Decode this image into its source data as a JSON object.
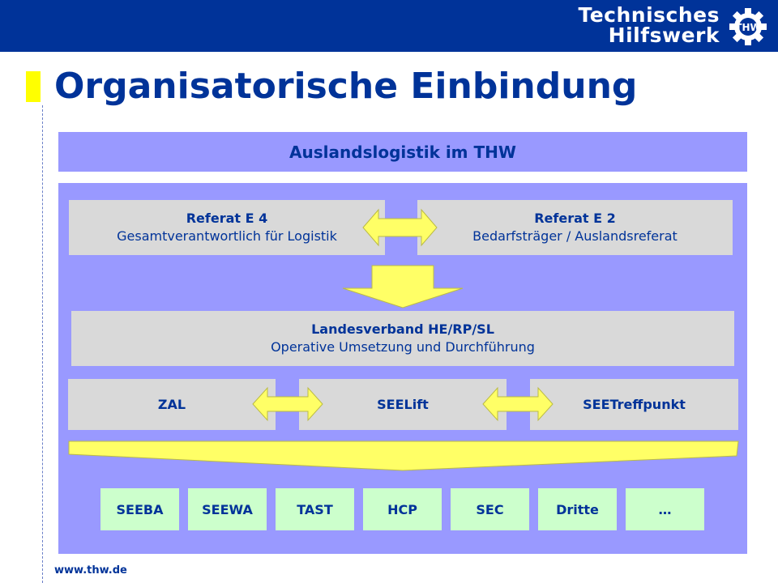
{
  "header": {
    "logo_line1": "Technisches",
    "logo_line2": "Hilfswerk",
    "title": "Organisatorische Einbindung"
  },
  "diagram": {
    "banner": "Auslandslogistik im THW",
    "referat_e4": {
      "title": "Referat E 4",
      "subtitle": "Gesamtverantwortlich für Logistik"
    },
    "referat_e2": {
      "title": "Referat E 2",
      "subtitle": "Bedarfsträger / Auslandsreferat"
    },
    "landesverband": {
      "title": "Landesverband HE/RP/SL",
      "subtitle": "Operative Umsetzung und Durchführung"
    },
    "units": [
      "ZAL",
      "SEELift",
      "SEETreffpunkt"
    ],
    "teams": [
      "SEEBA",
      "SEEWA",
      "TAST",
      "HCP",
      "SEC",
      "Dritte",
      "…"
    ]
  },
  "footer": {
    "url": "www.thw.de"
  },
  "colors": {
    "brand_blue": "#003399",
    "panel_blue": "#9999ff",
    "box_gray": "#d9d9d9",
    "arrow_yellow": "#ffff66",
    "team_green": "#ccffcc",
    "marker_yellow": "#ffff00"
  }
}
